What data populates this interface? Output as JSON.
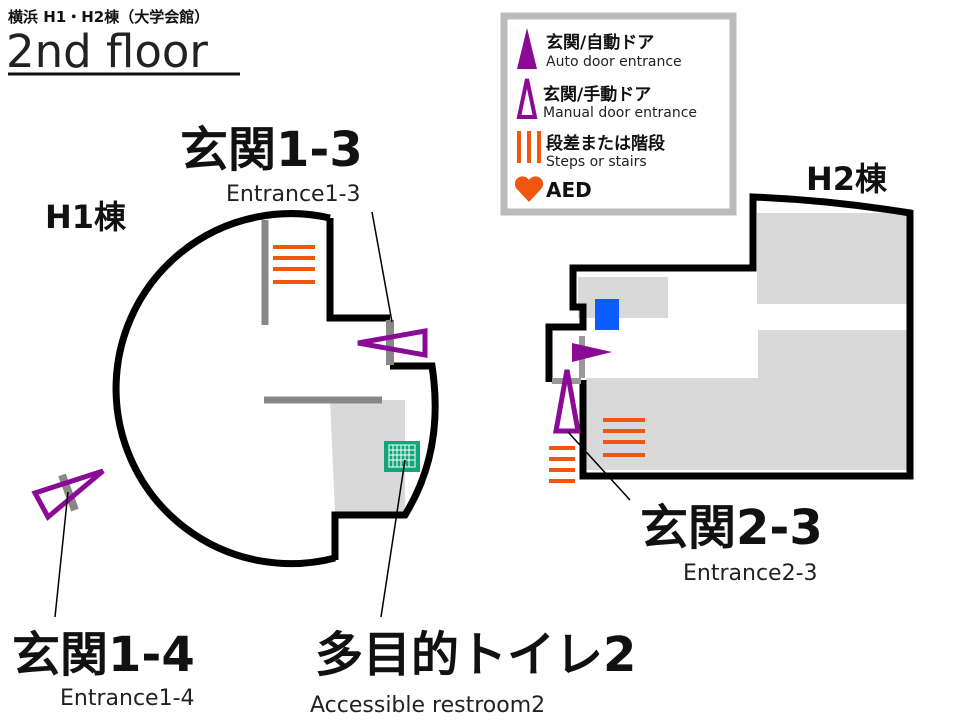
{
  "header": {
    "subtitle": "横浜 H1・H2棟（大学会館）",
    "title": "2nd floor"
  },
  "legend": {
    "items": [
      {
        "icon": "auto-door-triangle-icon",
        "label_jp": "玄関/自動ドア",
        "label_en": "Auto door entrance"
      },
      {
        "icon": "manual-door-triangle-icon",
        "label_jp": "玄関/手動ドア",
        "label_en": "Manual door entrance"
      },
      {
        "icon": "stairs-icon",
        "label_jp": "段差または階段",
        "label_en": "Steps or stairs"
      },
      {
        "icon": "heart-icon",
        "label_jp": "AED",
        "label_en": ""
      }
    ]
  },
  "buildings": {
    "h1": "H1棟",
    "h2": "H2棟"
  },
  "labels": {
    "entrance_1_3": {
      "jp": "玄関1-3",
      "en": "Entrance1-3"
    },
    "entrance_1_4": {
      "jp": "玄関1-4",
      "en": "Entrance1-4"
    },
    "entrance_2_3": {
      "jp": "玄関2-3",
      "en": "Entrance2-3"
    },
    "restroom_2": {
      "jp": "多目的トイレ2",
      "en": "Accessible restroom2"
    }
  },
  "colors": {
    "door": "#8b0a96",
    "stairs": "#f0560f",
    "aed": "#f0560f",
    "restroom": "#12a57a",
    "blue_room": "#0a5cff",
    "room_fill": "#d9d9d9",
    "wall": "#000000",
    "door_gap": "#888888"
  }
}
